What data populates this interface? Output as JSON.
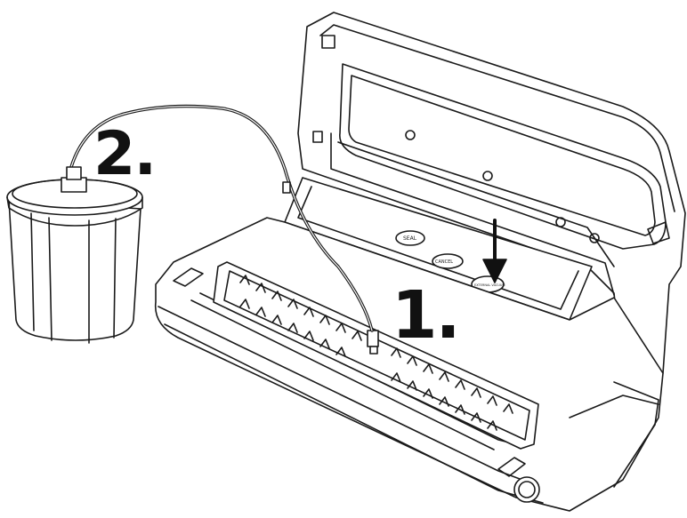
{
  "diagram": {
    "steps": [
      {
        "id": "step1",
        "label": "1."
      },
      {
        "id": "step2",
        "label": "2."
      }
    ],
    "control_panel": {
      "buttons": [
        {
          "label": "SEAL"
        },
        {
          "label": "CANCEL"
        },
        {
          "label": "EXTERNAL VACUUM"
        }
      ]
    },
    "colors": {
      "line": "#1a1a1a",
      "fill": "#ffffff",
      "label": "#111111"
    }
  }
}
